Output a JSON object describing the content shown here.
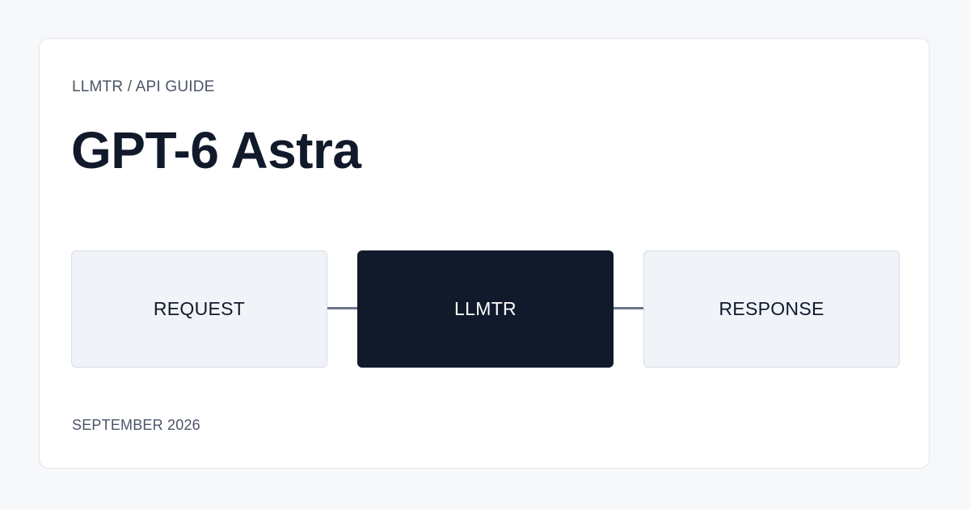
{
  "header": {
    "eyebrow": "LLMTR / API GUIDE",
    "title": "GPT-6 Astra"
  },
  "flow": {
    "nodes": [
      {
        "label": "REQUEST",
        "style": "light"
      },
      {
        "label": "LLMTR",
        "style": "dark"
      },
      {
        "label": "RESPONSE",
        "style": "light"
      }
    ]
  },
  "footer": {
    "date": "SEPTEMBER 2026"
  },
  "colors": {
    "background": "#f7f8fa",
    "card": "#ffffff",
    "dark_node": "#111a2b",
    "light_node": "#f0f3f8",
    "connector": "#6b7689",
    "muted_text": "#4b5567"
  }
}
